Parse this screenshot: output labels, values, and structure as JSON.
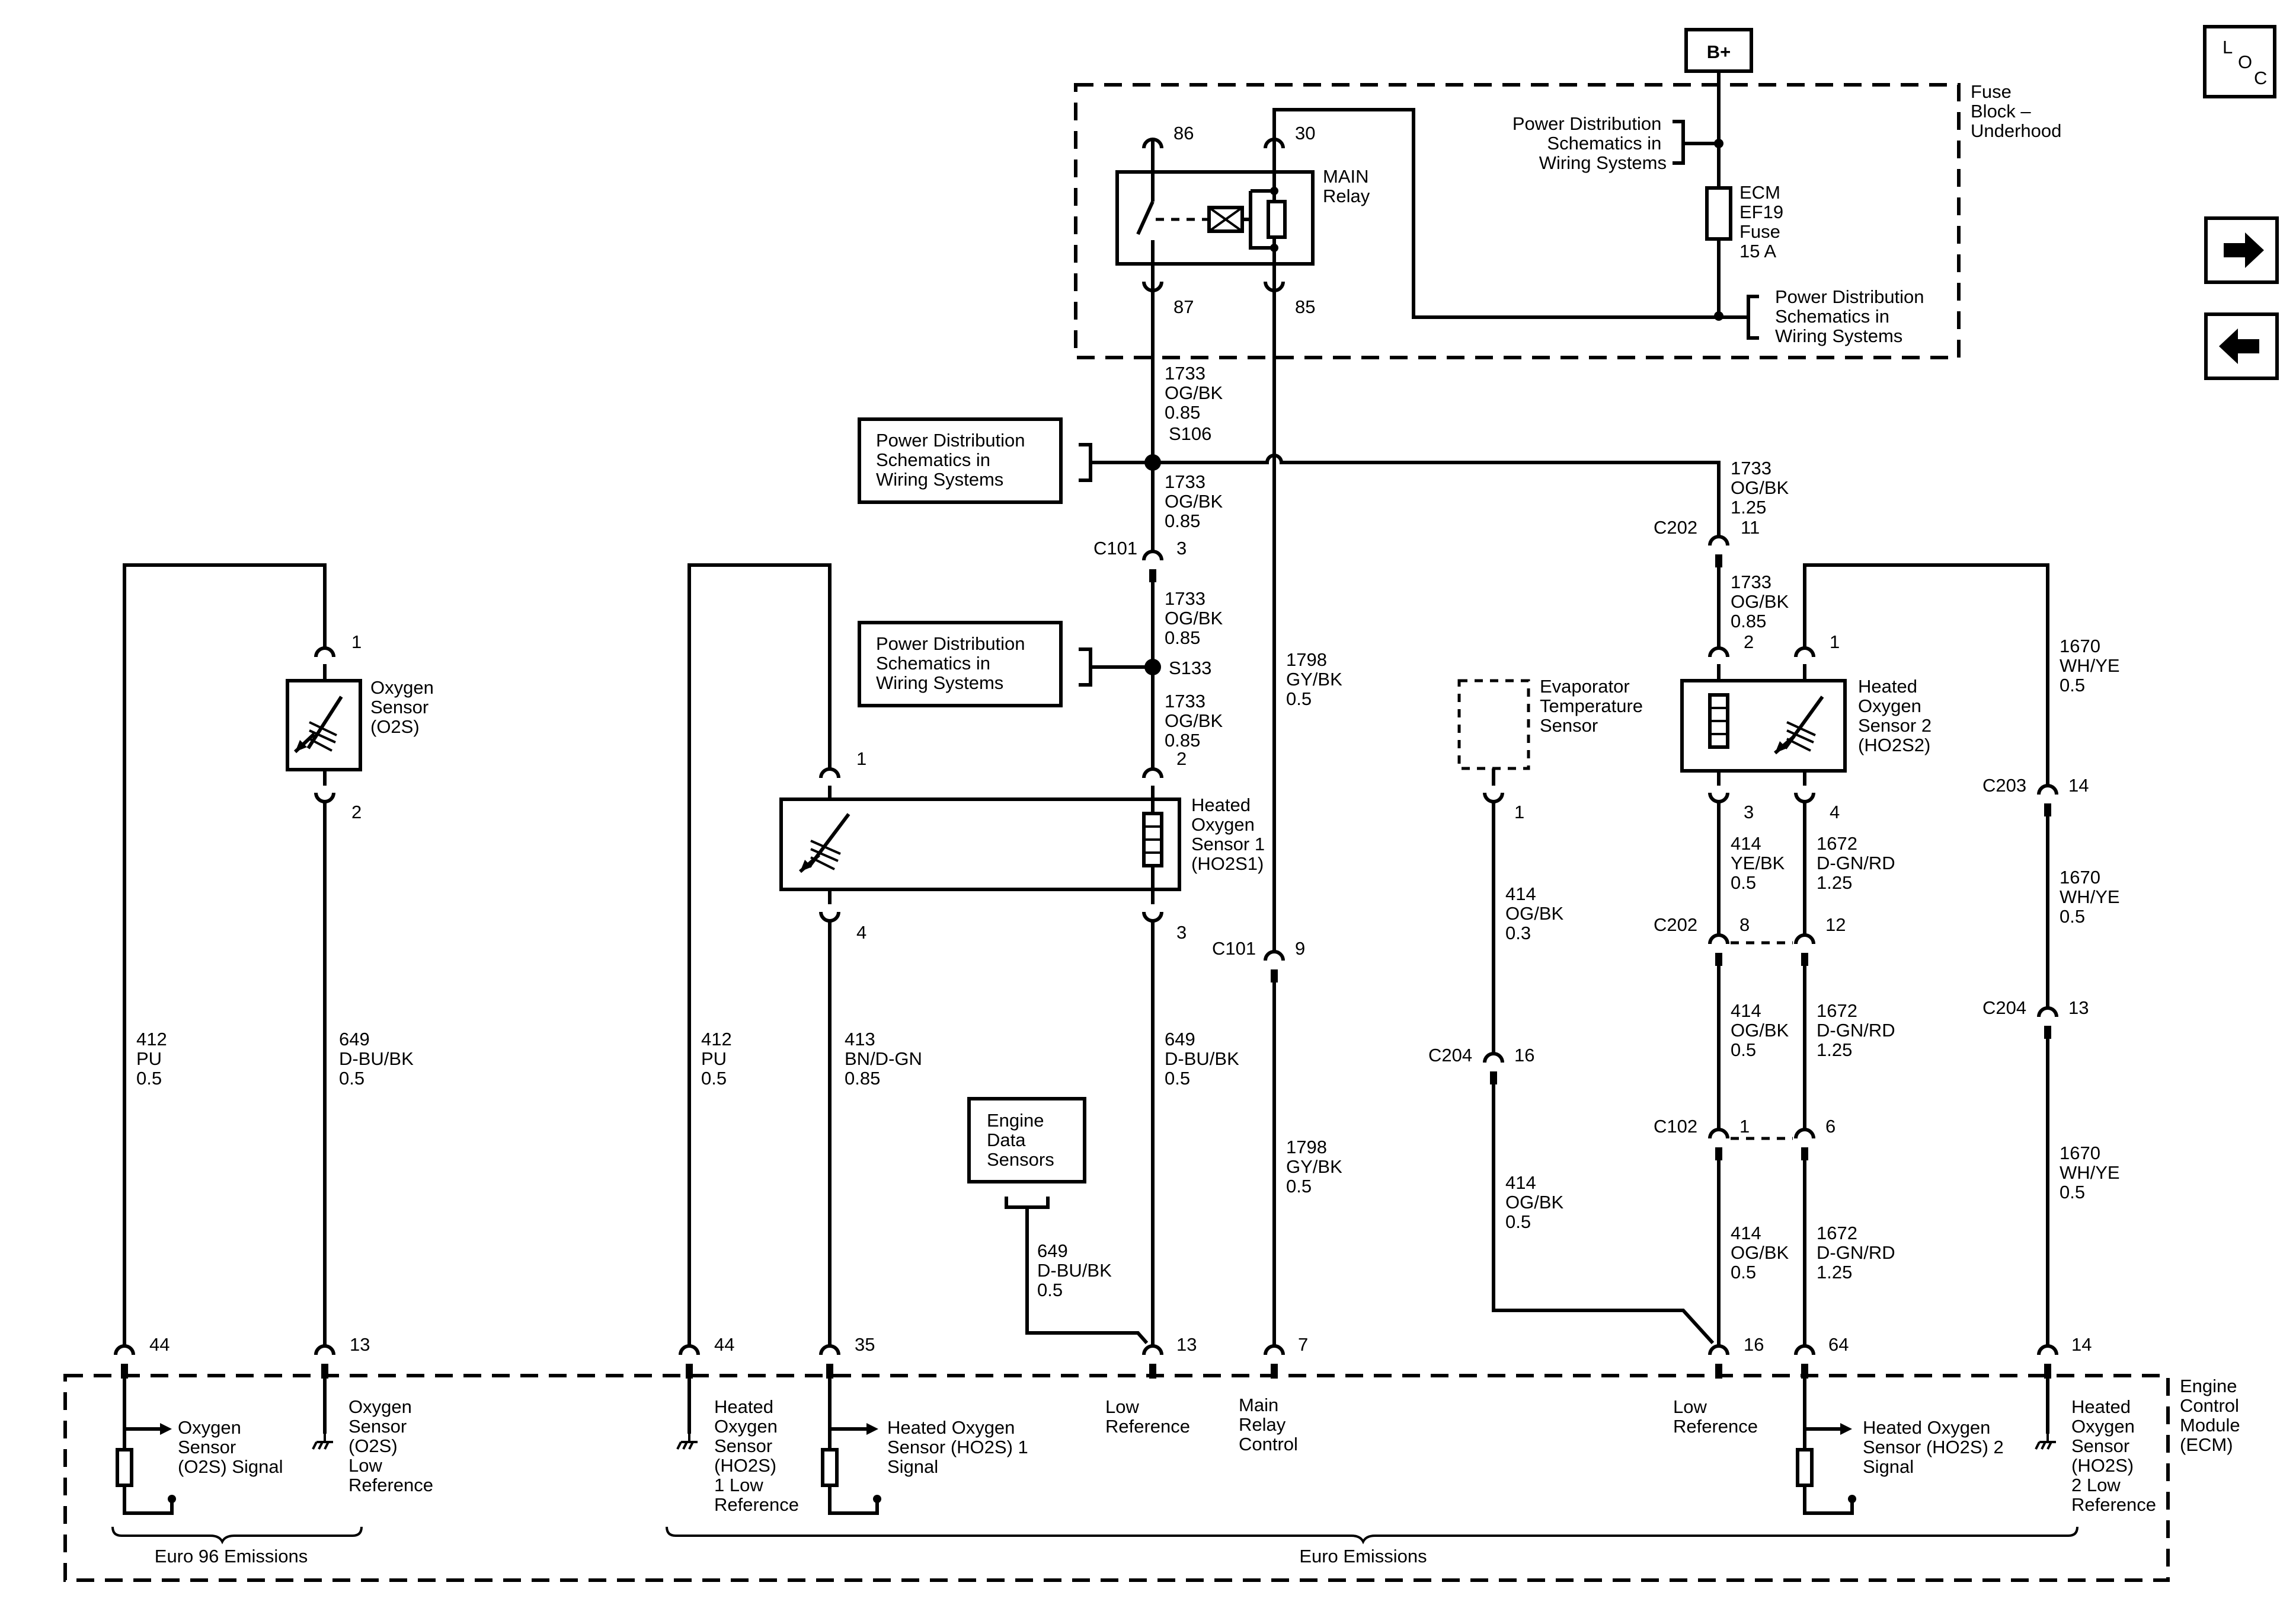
{
  "header": {
    "bplus": "B+",
    "loc": [
      "L",
      "O",
      "C"
    ]
  },
  "fuse_block": {
    "label": [
      "Fuse",
      "Block –",
      "Underhood"
    ],
    "pds_top": [
      "Power Distribution",
      "Schematics in",
      "Wiring Systems"
    ],
    "pds_mid": [
      "Power Distribution",
      "Schematics in",
      "Wiring Systems"
    ],
    "fuse": [
      "ECM",
      "EF19",
      "Fuse",
      "15 A"
    ],
    "relay": [
      "MAIN",
      "Relay"
    ],
    "relay_pins": {
      "p86": "86",
      "p30": "30",
      "p87": "87",
      "p85": "85"
    }
  },
  "pds_boxes": [
    [
      "Power Distribution",
      "Schematics in",
      "Wiring Systems"
    ],
    [
      "Power Distribution",
      "Schematics in",
      "Wiring Systems"
    ]
  ],
  "splices": {
    "s106": "S106",
    "s133": "S133"
  },
  "connectors": {
    "c101": "C101",
    "c101_3": "3",
    "c101_9": "9",
    "c202": "C202",
    "c202_11": "11",
    "c202_8": "8",
    "c202_12": "12",
    "c203": "C203",
    "c203_14": "14",
    "c204": "C204",
    "c204_16": "16",
    "c204_13": "13",
    "c102": "C102",
    "c102_1": "1",
    "c102_6": "6"
  },
  "wires": {
    "w1733_a": [
      "1733",
      "OG/BK",
      "0.85"
    ],
    "w1733_b": [
      "1733",
      "OG/BK",
      "0.85"
    ],
    "w1733_c": [
      "1733",
      "OG/BK",
      "0.85"
    ],
    "w1733_d": [
      "1733",
      "OG/BK",
      "0.85"
    ],
    "w1733_e": [
      "1733",
      "OG/BK",
      "1.25"
    ],
    "w1733_f": [
      "1733",
      "OG/BK",
      "0.85"
    ],
    "w1798_a": [
      "1798",
      "GY/BK",
      "0.5"
    ],
    "w1798_b": [
      "1798",
      "GY/BK",
      "0.5"
    ],
    "w412_a": [
      "412",
      "PU",
      "0.5"
    ],
    "w649_a": [
      "649",
      "D-BU/BK",
      "0.5"
    ],
    "w412_b": [
      "412",
      "PU",
      "0.5"
    ],
    "w413": [
      "413",
      "BN/D-GN",
      "0.85"
    ],
    "w649_b": [
      "649",
      "D-BU/BK",
      "0.5"
    ],
    "w649_c": [
      "649",
      "D-BU/BK",
      "0.5"
    ],
    "w414_a": [
      "414",
      "OG/BK",
      "0.3"
    ],
    "w414_b": [
      "414",
      "OG/BK",
      "0.5"
    ],
    "w414_c": [
      "414",
      "YE/BK",
      "0.5"
    ],
    "w414_d": [
      "414",
      "OG/BK",
      "0.5"
    ],
    "w414_e": [
      "414",
      "OG/BK",
      "0.5"
    ],
    "w1672_a": [
      "1672",
      "D-GN/RD",
      "1.25"
    ],
    "w1672_b": [
      "1672",
      "D-GN/RD",
      "1.25"
    ],
    "w1672_c": [
      "1672",
      "D-GN/RD",
      "1.25"
    ],
    "w1670_a": [
      "1670",
      "WH/YE",
      "0.5"
    ],
    "w1670_b": [
      "1670",
      "WH/YE",
      "0.5"
    ],
    "w1670_c": [
      "1670",
      "WH/YE",
      "0.5"
    ]
  },
  "components": {
    "o2s": {
      "label": [
        "Oxygen",
        "Sensor",
        "(O2S)"
      ],
      "pin_top": "1",
      "pin_bot": "2"
    },
    "ho2s1": {
      "label": [
        "Heated",
        "Oxygen",
        "Sensor 1",
        "(HO2S1)"
      ],
      "pin_tl": "1",
      "pin_tr": "2",
      "pin_bl": "4",
      "pin_br": "3"
    },
    "ho2s2": {
      "label": [
        "Heated",
        "Oxygen",
        "Sensor 2",
        "(HO2S2)"
      ],
      "pin_tl": "2",
      "pin_tr": "1",
      "pin_bl": "3",
      "pin_br": "4"
    },
    "evap": {
      "label": [
        "Evaporator",
        "Temperature",
        "Sensor"
      ],
      "pin": "1"
    },
    "eds": {
      "label": [
        "Engine",
        "Data",
        "Sensors"
      ]
    }
  },
  "ecm": {
    "label": [
      "Engine",
      "Control",
      "Module",
      "(ECM)"
    ],
    "pins": {
      "p44a": "44",
      "p13a": "13",
      "p44b": "44",
      "p35": "35",
      "p13b": "13",
      "p7": "7",
      "p16": "16",
      "p64": "64",
      "p14": "14"
    },
    "o2s_signal": [
      "Oxygen",
      "Sensor",
      "(O2S) Signal"
    ],
    "o2s_low": [
      "Oxygen",
      "Sensor",
      "(O2S)",
      "Low",
      "Reference"
    ],
    "ho2s1_low": [
      "Heated",
      "Oxygen",
      "Sensor",
      "(HO2S)",
      "1 Low",
      "Reference"
    ],
    "ho2s1_signal": [
      "Heated Oxygen",
      "Sensor (HO2S) 1",
      "Signal"
    ],
    "low_ref_a": [
      "Low",
      "Reference"
    ],
    "main_relay_ctl": [
      "Main",
      "Relay",
      "Control"
    ],
    "low_ref_b": [
      "Low",
      "Reference"
    ],
    "ho2s2_signal": [
      "Heated Oxygen",
      "Sensor (HO2S) 2",
      "Signal"
    ],
    "ho2s2_low": [
      "Heated",
      "Oxygen",
      "Sensor",
      "(HO2S)",
      "2 Low",
      "Reference"
    ],
    "euro96": "Euro 96 Emissions",
    "euro": "Euro Emissions"
  }
}
